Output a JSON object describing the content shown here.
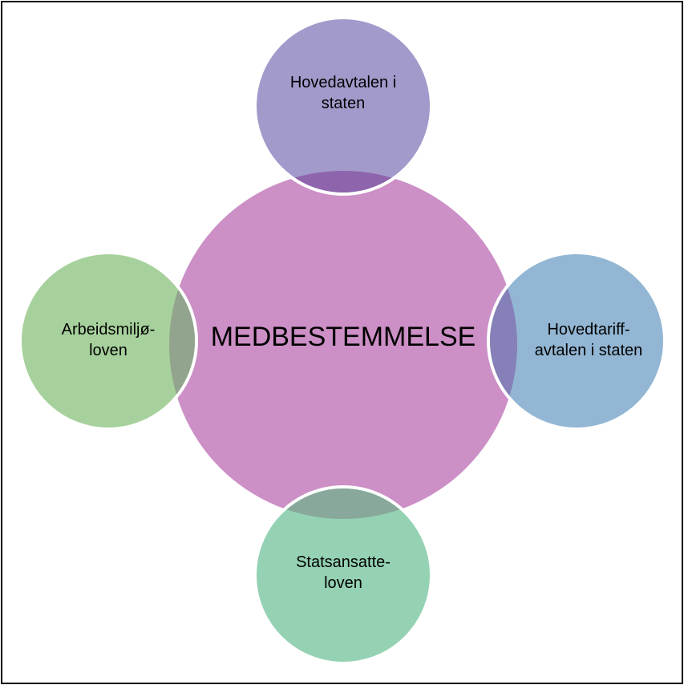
{
  "center": {
    "label": "MEDBESTEMMELSE",
    "color": "#cc8fc6"
  },
  "satellites": [
    {
      "id": "top",
      "label": "Hovedavtalen i\nstaten",
      "color": "#a29acb",
      "overlap_color": "#8e64ad"
    },
    {
      "id": "right",
      "label": "Hovedtariff-\navtalen i staten",
      "color": "#92b6d3",
      "overlap_color": "#8680b8"
    },
    {
      "id": "bottom",
      "label": "Statsansatte-\nloven",
      "color": "#94d2b3",
      "overlap_color": "#88a89b"
    },
    {
      "id": "left",
      "label": "Arbeidsmiljø-\nloven",
      "color": "#a7d19c",
      "overlap_color": "#92a48d"
    }
  ]
}
